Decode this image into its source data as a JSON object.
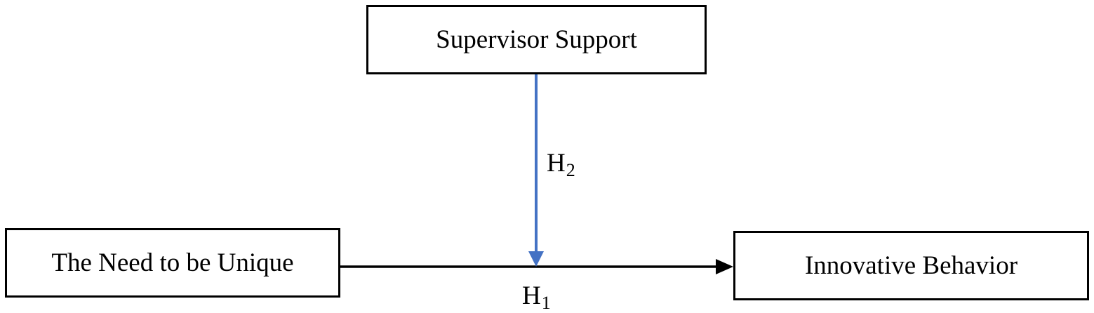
{
  "nodes": {
    "supervisor_support": "Supervisor Support",
    "need_to_be_unique": "The Need to be Unique",
    "innovative_behavior": "Innovative Behavior"
  },
  "hypotheses": {
    "h1": {
      "letter": "H",
      "number": "1"
    },
    "h2": {
      "letter": "H",
      "number": "2"
    }
  },
  "colors": {
    "main_path": "#000000",
    "moderation_path": "#4472C4"
  }
}
